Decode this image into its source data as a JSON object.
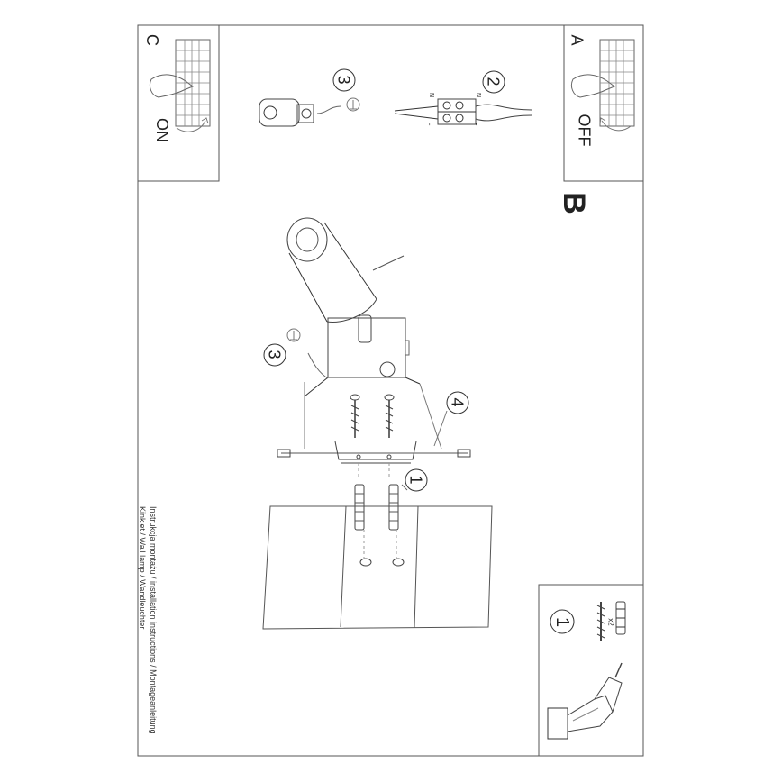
{
  "panels": {
    "a": {
      "letter": "A",
      "state": "OFF"
    },
    "b": {
      "letter": "B"
    },
    "c": {
      "letter": "C",
      "state": "ON"
    }
  },
  "steps": {
    "wiring": "2",
    "ground_top": "3",
    "ground_main": "3",
    "bracket": "4",
    "anchors": "1",
    "kit": "1"
  },
  "wire_labels": {
    "n_left": "N",
    "l_left": "L",
    "n_right": "N",
    "l_right": "L"
  },
  "kit": {
    "quantity": "x2"
  },
  "caption": {
    "line1": "Instrukcja montażu / installation instructions / Montageanleitung",
    "line2": "Kinkiet / Wall lamp / Wandleuchter"
  }
}
